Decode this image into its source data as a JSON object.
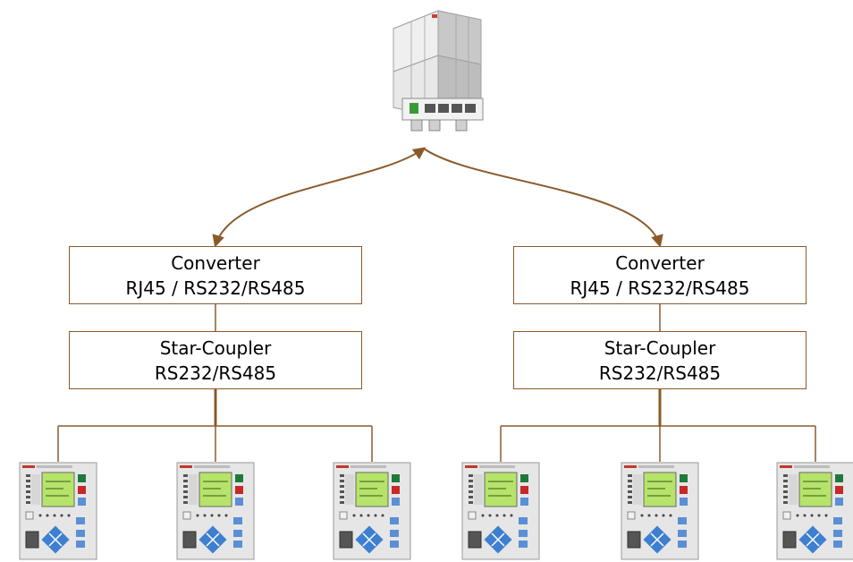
{
  "controller": {
    "icon": "plc-controller-icon"
  },
  "branches": [
    {
      "converter": {
        "title": "Converter",
        "subtitle": "RJ45 / RS232/RS485"
      },
      "star_coupler": {
        "title": "Star-Coupler",
        "subtitle": "RS232/RS485"
      },
      "relays": [
        "protection-relay-icon",
        "protection-relay-icon",
        "protection-relay-icon"
      ]
    },
    {
      "converter": {
        "title": "Converter",
        "subtitle": "RJ45 / RS232/RS485"
      },
      "star_coupler": {
        "title": "Star-Coupler",
        "subtitle": "RS232/RS485"
      },
      "relays": [
        "protection-relay-icon",
        "protection-relay-icon",
        "protection-relay-icon"
      ]
    }
  ],
  "colors": {
    "connector": "#8b5a2b",
    "lcd": "#b6e36a",
    "device_body": "#e6e6e6"
  }
}
